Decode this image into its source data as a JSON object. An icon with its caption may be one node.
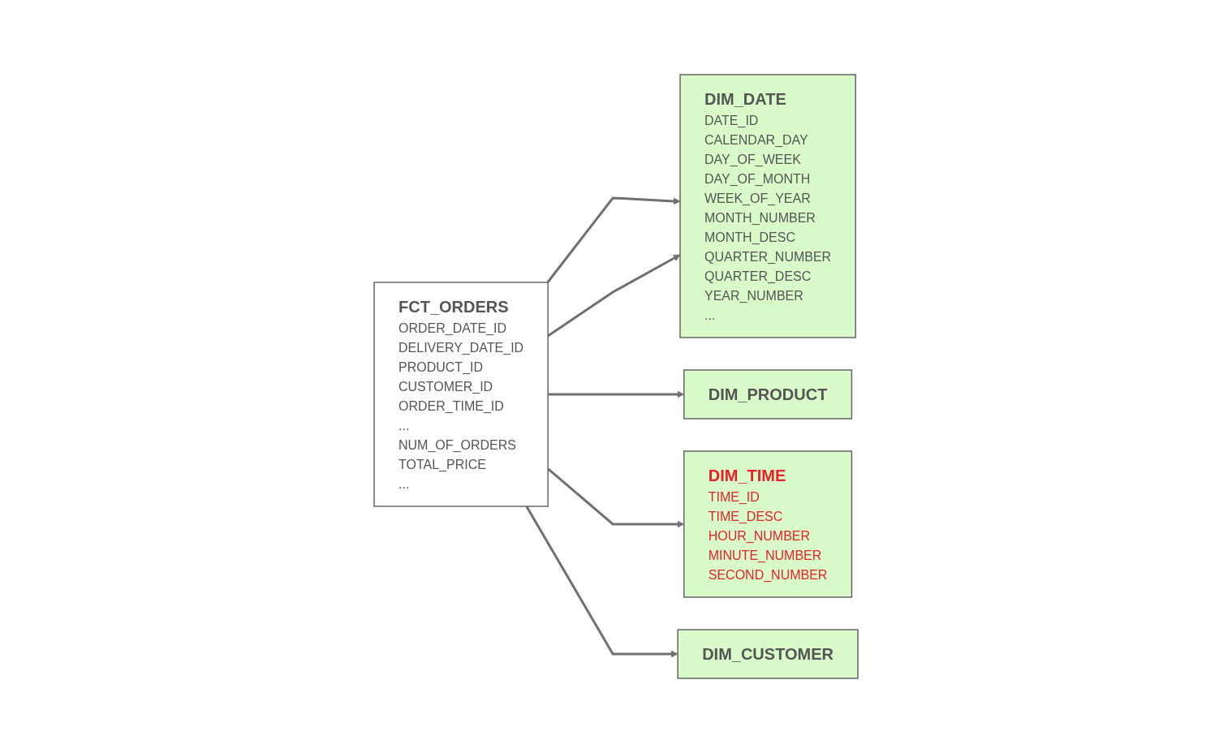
{
  "diagram": {
    "nodes": [
      {
        "text": [
          "DIM_DATE",
          "DATE_ID",
          "CALENDAR_DAY",
          "DAY_OF_WEEK",
          "DAY_OF_MONTH",
          "WEEK_OF_YEAR",
          "MONTH_NUMBER",
          "MONTH_DESC",
          "QUARTER_NUMBER",
          "QUARTER_DESC",
          "YEAR_NUMBER",
          "..."
        ]
      },
      {
        "text": [
          "DIM_PRODUCT"
        ]
      },
      {
        "text": [
          "FCT_ORDERS",
          "ORDER_DATE_ID",
          "DELIVERY_DATE_ID",
          "PRODUCT_ID",
          "CUSTOMER_ID",
          "ORDER_TIME_ID",
          "...",
          "NUM_OF_ORDERS",
          "TOTAL_PRICE",
          "..."
        ]
      },
      {
        "text": [
          "DIM_TIME",
          "TIME_ID",
          "TIME_DESC",
          "HOUR_NUMBER",
          "MINUTE_NUMBER",
          "SECOND_NUMBER"
        ]
      },
      {
        "text": [
          "DIM_CUSTOMER"
        ]
      }
    ],
    "edges": [
      {
        "from": 2,
        "to": 0,
        "arrow": "to"
      },
      {
        "from": 2,
        "to": 0,
        "arrow": "to"
      },
      {
        "from": 2,
        "to": 1,
        "arrow": "to"
      },
      {
        "from": 2,
        "to": 3,
        "arrow": "to"
      },
      {
        "from": 2,
        "to": 4,
        "arrow": "to"
      }
    ]
  }
}
